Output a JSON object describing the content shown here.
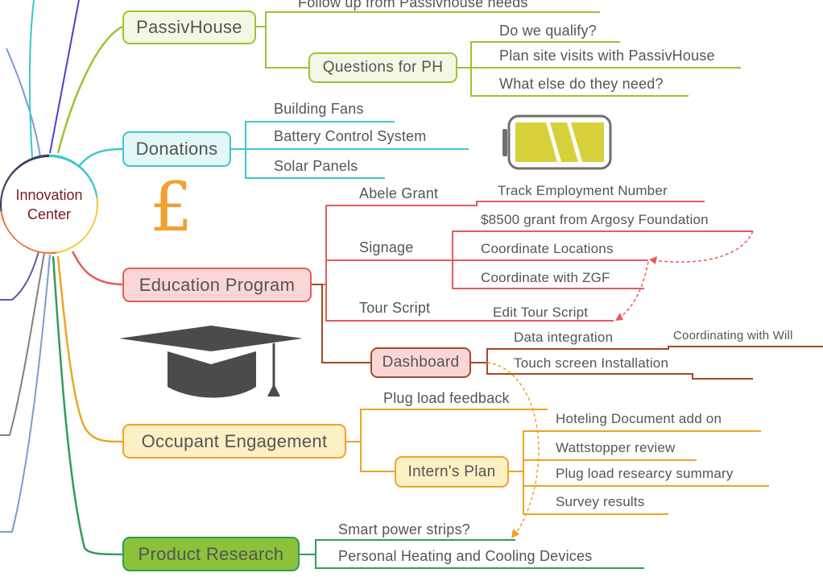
{
  "center": {
    "line1": "Innovation",
    "line2": "Center"
  },
  "colors": {
    "passiv": "#9bc431",
    "donations": "#3cc7cd",
    "education": "#e45d5a",
    "dashboard": "#a44a23",
    "engagement": "#f0a326",
    "product": "#2f9d5a",
    "product_fill": "#8cc23a"
  },
  "passivhouse": {
    "label": "PassivHouse",
    "followup": "Follow up from Passivhouse needs",
    "questions": {
      "label": "Questions for PH",
      "items": [
        "Do we qualify?",
        "Plan site visits with PassivHouse",
        "What else do they need?"
      ]
    }
  },
  "donations": {
    "label": "Donations",
    "items": [
      "Building Fans",
      "Battery Control System",
      "Solar Panels"
    ]
  },
  "education": {
    "label": "Education Program",
    "abele": {
      "label": "Abele Grant",
      "item": "Track Employment Number"
    },
    "signage": {
      "label": "Signage",
      "items": [
        "$8500 grant from Argosy Foundation",
        "Coordinate Locations",
        "Coordinate with ZGF"
      ]
    },
    "tour": {
      "label": "Tour Script",
      "item": "Edit Tour Script"
    },
    "dashboard": {
      "label": "Dashboard",
      "items": [
        "Data integration",
        "Touch screen Installation"
      ],
      "note": "Coordinating with Will"
    }
  },
  "engagement": {
    "label": "Occupant Engagement",
    "feedback": "Plug load feedback",
    "intern": {
      "label": "Intern's Plan",
      "items": [
        "Hoteling Document add on",
        "Wattstopper review",
        "Plug load researcy summary",
        "Survey results"
      ]
    }
  },
  "product": {
    "label": "Product Research",
    "items": [
      "Smart power strips?",
      "Personal Heating and Cooling Devices"
    ]
  },
  "icons": {
    "battery": "battery-icon",
    "pound": "£",
    "graduation": "graduation-cap-icon"
  }
}
